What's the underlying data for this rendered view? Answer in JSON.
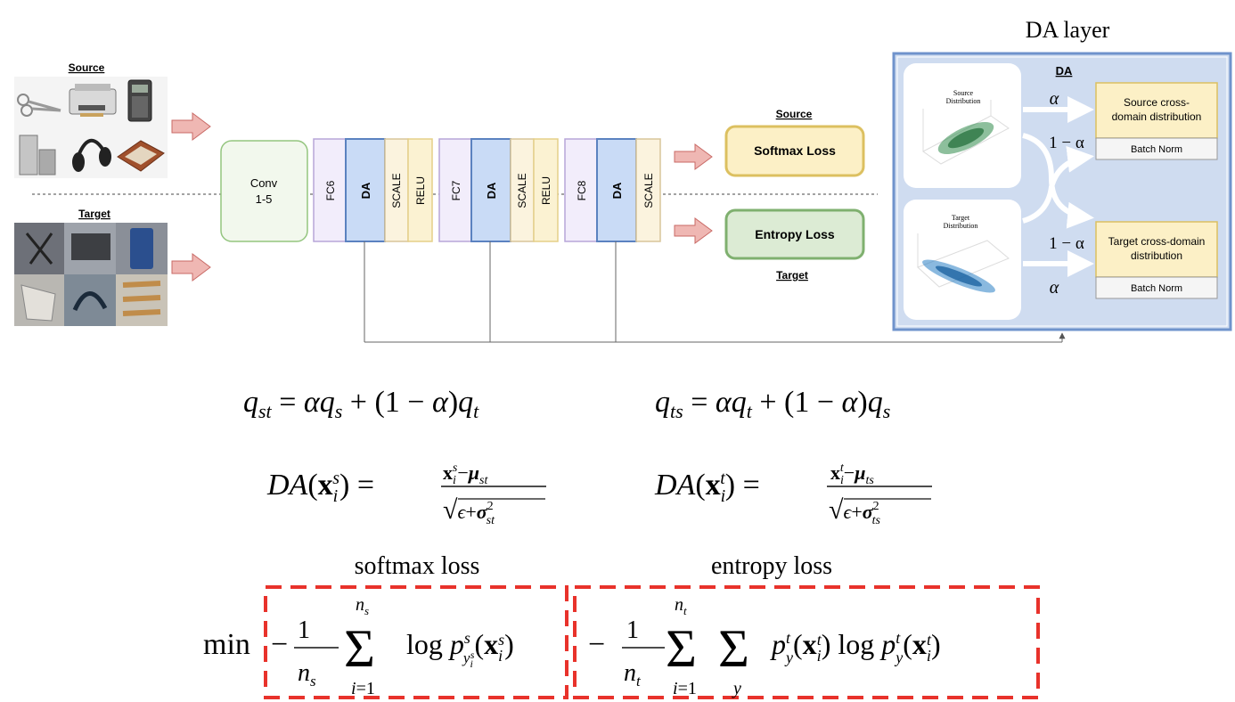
{
  "source_panel": {
    "title": "Source"
  },
  "target_panel": {
    "title": "Target"
  },
  "conv": {
    "line1": "Conv",
    "line2": "1-5"
  },
  "layers": {
    "fc6": "FC6",
    "fc7": "FC7",
    "fc8": "FC8",
    "da": "DA",
    "scale": "SCALE",
    "relu": "RELU"
  },
  "losses": {
    "source_label": "Source",
    "softmax": "Softmax Loss",
    "entropy": "Entropy Loss",
    "target_label": "Target"
  },
  "da_layer": {
    "caption": "DA layer",
    "title": "DA",
    "source_dist_line1": "Source",
    "source_dist_line2": "Distribution",
    "target_dist_line1": "Target",
    "target_dist_line2": "Distribution",
    "alpha": "α",
    "one_minus_alpha": "1 − α",
    "source_cross_line1": "Source cross-",
    "source_cross_line2": "domain distribution",
    "target_cross_line1": "Target cross-domain",
    "target_cross_line2": "distribution",
    "batch_norm": "Batch Norm"
  },
  "equations": {
    "q_st": "q_st = αq_s + (1 − α)q_t",
    "q_ts": "q_ts = αq_t + (1 − α)q_s",
    "da_source": "DA(x_i^s) = (x_i^s − μ_st) / √(ε + σ²_st)",
    "da_target": "DA(x_i^t) = (x_i^t − μ_ts) / √(ε + σ²_ts)"
  },
  "loss_labels": {
    "softmax": "softmax loss",
    "entropy": "entropy loss"
  },
  "objective": {
    "min": "min",
    "softmax_term": "−(1/n_s) Σ_{i=1}^{n_s} log p^s_{y_i^s}(x_i^s)",
    "entropy_term": "− (1/n_t) Σ_{i=1}^{n_t} Σ_y p^t_y(x_i^t) log p^t_y(x_i^t)"
  },
  "colors": {
    "fc": "#f1ecfa",
    "fc_border": "#b7a6d8",
    "da": "#c9dbf6",
    "da_border": "#5b82c0",
    "scale": "#fbf3de",
    "scale_border": "#d8c59a",
    "relu": "#fbf2d2",
    "relu_border": "#e5d089",
    "conv": "#f1f8ec",
    "conv_border": "#94c57f",
    "softmax": "#fcf0c6",
    "softmax_border": "#dcc060",
    "entropy": "#dcebd4",
    "entropy_border": "#7fb06f",
    "panel": "#cfdcf0",
    "panel_border": "#6f93cc",
    "dashed_box": "#e8322b",
    "arrow": "#e7a0a0"
  }
}
